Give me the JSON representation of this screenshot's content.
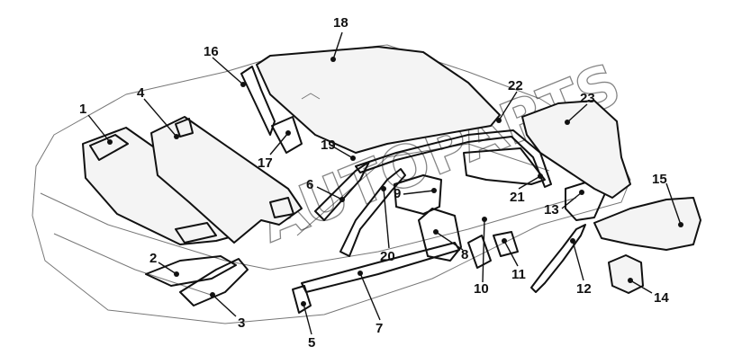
{
  "watermark": "AUTOPARTS",
  "callouts": [
    {
      "id": "1",
      "label": "1"
    },
    {
      "id": "2",
      "label": "2"
    },
    {
      "id": "3",
      "label": "3"
    },
    {
      "id": "4",
      "label": "4"
    },
    {
      "id": "5",
      "label": "5"
    },
    {
      "id": "6",
      "label": "6"
    },
    {
      "id": "7",
      "label": "7"
    },
    {
      "id": "8",
      "label": "8"
    },
    {
      "id": "9",
      "label": "9"
    },
    {
      "id": "10",
      "label": "10"
    },
    {
      "id": "11",
      "label": "11"
    },
    {
      "id": "12",
      "label": "12"
    },
    {
      "id": "13",
      "label": "13"
    },
    {
      "id": "14",
      "label": "14"
    },
    {
      "id": "15",
      "label": "15"
    },
    {
      "id": "16",
      "label": "16"
    },
    {
      "id": "17",
      "label": "17"
    },
    {
      "id": "18",
      "label": "18"
    },
    {
      "id": "19",
      "label": "19"
    },
    {
      "id": "20",
      "label": "20"
    },
    {
      "id": "21",
      "label": "21"
    },
    {
      "id": "22",
      "label": "22"
    },
    {
      "id": "23",
      "label": "23"
    }
  ]
}
